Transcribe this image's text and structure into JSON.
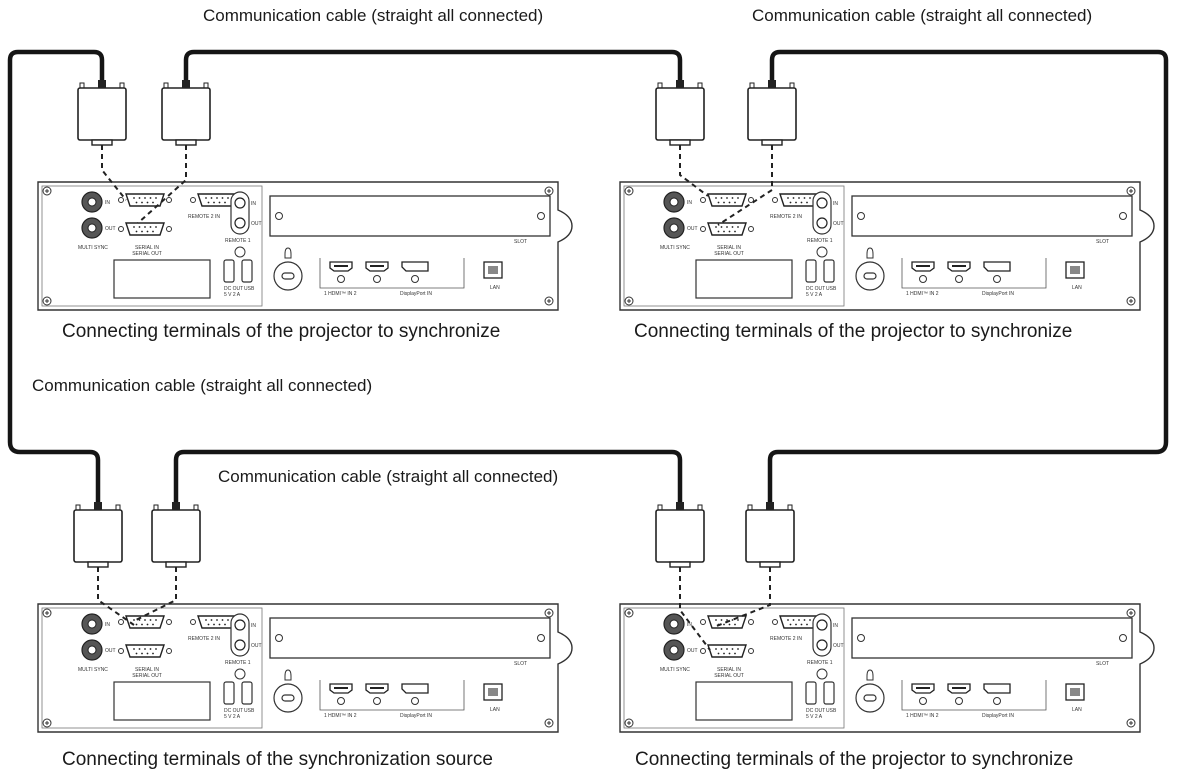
{
  "cable_labels": [
    "Communication cable (straight all connected)",
    "Communication cable (straight all connected)",
    "Communication cable (straight all connected)",
    "Communication cable (straight all connected)"
  ],
  "panel_captions": [
    "Connecting terminals of the projector to synchronize",
    "Connecting terminals of the projector to synchronize",
    "Connecting terminals of the synchronization source",
    "Connecting terminals of the projector to synchronize"
  ],
  "panel_text": {
    "in": "IN",
    "out": "OUT",
    "multisync": "MULTI SYNC",
    "serial_in": "SERIAL IN",
    "serial_out": "SERIAL OUT",
    "remote2_in": "REMOTE 2 IN",
    "remote1": "REMOTE 1",
    "slot": "SLOT",
    "dc_out": "DC OUT",
    "dc_rating": "5 V 2 A",
    "usb": "USB",
    "hdmi_in": "1  HDMI™ IN  2",
    "displayport_in": "DisplayPort IN",
    "lan": "LAN"
  }
}
